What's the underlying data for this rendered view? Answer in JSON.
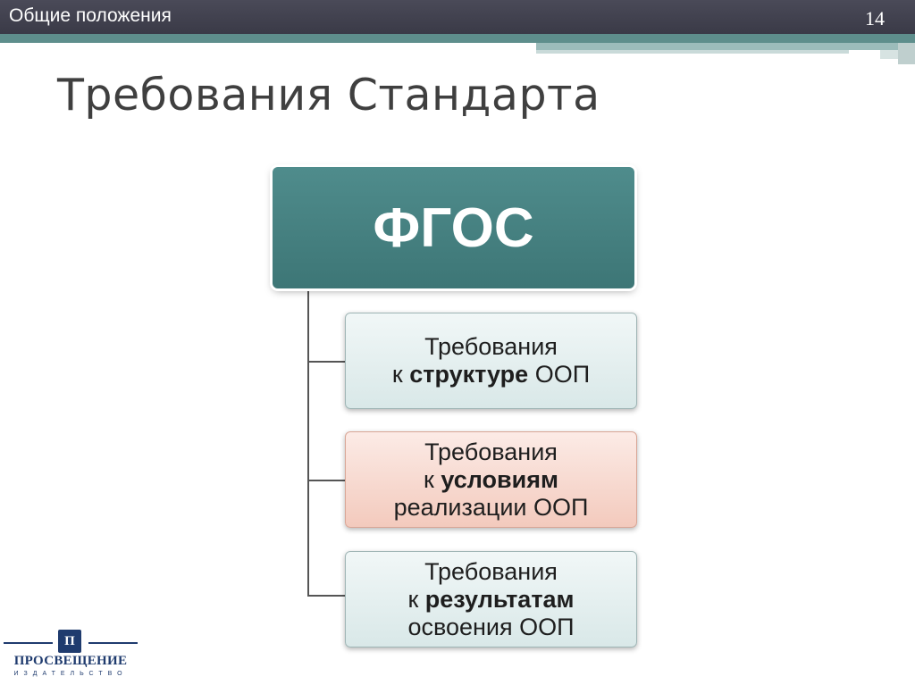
{
  "header": {
    "section_title": "Общие положения",
    "slide_number": "14"
  },
  "heading": "Требования Стандарта",
  "diagram": {
    "root": "ФГОС",
    "children": [
      {
        "line1": "Требования",
        "prefix": "к ",
        "emphasis": "структуре",
        "suffix": " ООП",
        "line3": ""
      },
      {
        "line1": "Требования",
        "prefix": "к ",
        "emphasis": "условиям",
        "suffix": "",
        "line3": "реализации ООП"
      },
      {
        "line1": "Требования",
        "prefix": "к ",
        "emphasis": "результатам",
        "suffix": "",
        "line3": "освоения ООП"
      }
    ]
  },
  "logo": {
    "mark": "П",
    "name": "ПРОСВЕЩЕНИЕ",
    "subtitle": "ИЗДАТЕЛЬСТВО"
  },
  "colors": {
    "topbar": "#3f3f4c",
    "accent_teal": "#4a8585",
    "box_highlight": "#f6d5ca",
    "box_default": "#e6f0f0",
    "logo_blue": "#1f3b6e"
  }
}
